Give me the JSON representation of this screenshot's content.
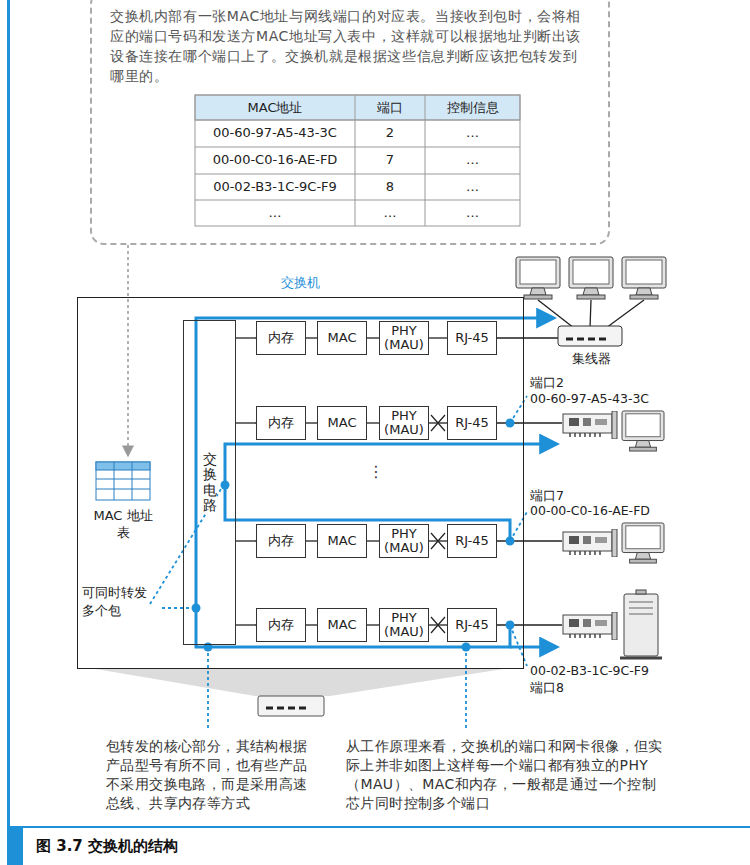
{
  "diagram": {
    "caption": "图 3.7 交换机的结构",
    "nodes": [
      {
        "text": [
          "交换机内部有一张MAC地址与网线端口的对应表。当接收到包时，会将相应的端口号码和发送方MAC地址写入表中，这样就可以根据地址判断出该设备连接在哪个端口上了。交换机就是根据这些信息判断应该把包转发到哪里的。"
        ]
      },
      {
        "text": [
          "交换机"
        ]
      },
      {
        "text": [
          "交换电路"
        ],
        "in": 1
      },
      {
        "text": [
          "内存"
        ],
        "in": 1
      },
      {
        "text": [
          "MAC"
        ],
        "in": 1
      },
      {
        "text": [
          "PHY (MAU)"
        ],
        "in": 1
      },
      {
        "text": [
          "RJ-45"
        ],
        "in": 1
      },
      {
        "text": [
          "内存"
        ],
        "in": 1
      },
      {
        "text": [
          "MAC"
        ],
        "in": 1
      },
      {
        "text": [
          "PHY (MAU)"
        ],
        "in": 1
      },
      {
        "text": [
          "RJ-45"
        ],
        "in": 1
      },
      {
        "text": [
          "内存"
        ],
        "in": 1
      },
      {
        "text": [
          "MAC"
        ],
        "in": 1
      },
      {
        "text": [
          "PHY (MAU)"
        ],
        "in": 1
      },
      {
        "text": [
          "RJ-45"
        ],
        "in": 1
      },
      {
        "text": [
          "内存"
        ],
        "in": 1
      },
      {
        "text": [
          "MAC"
        ],
        "in": 1
      },
      {
        "text": [
          "PHY (MAU)"
        ],
        "in": 1
      },
      {
        "text": [
          "RJ-45"
        ],
        "in": 1
      }
    ],
    "edges": [
      {
        "from": 2,
        "to": 3,
        "arrow": "none"
      },
      {
        "from": 3,
        "to": 4,
        "arrow": "none"
      },
      {
        "from": 4,
        "to": 5,
        "arrow": "none"
      },
      {
        "from": 5,
        "to": 6,
        "arrow": "none"
      },
      {
        "from": 2,
        "to": 7,
        "arrow": "none"
      },
      {
        "from": 7,
        "to": 8,
        "arrow": "none"
      },
      {
        "from": 8,
        "to": 9,
        "arrow": "none"
      },
      {
        "from": 9,
        "to": 10,
        "arrow": "none"
      },
      {
        "from": 2,
        "to": 11,
        "arrow": "none"
      },
      {
        "from": 11,
        "to": 12,
        "arrow": "none"
      },
      {
        "from": 12,
        "to": 13,
        "arrow": "none"
      },
      {
        "from": 13,
        "to": 14,
        "arrow": "none"
      },
      {
        "from": 2,
        "to": 15,
        "arrow": "none"
      },
      {
        "from": 15,
        "to": 16,
        "arrow": "none"
      },
      {
        "from": 16,
        "to": 17,
        "arrow": "none"
      },
      {
        "from": 17,
        "to": 18,
        "arrow": "none"
      }
    ],
    "labels": [
      "MAC地址",
      "端口",
      "控制信息",
      "00-60-97-A5-43-3C",
      "2",
      "…",
      "00-00-C0-16-AE-FD",
      "7",
      "…",
      "00-02-B3-1C-9C-F9",
      "8",
      "…",
      "…",
      "…",
      "…",
      "MAC 地址表",
      "⋮",
      "可同时转发 多个包",
      "集线器",
      "端口2",
      "00-60-97-A5-43-3C",
      "端口7",
      "00-00-C0-16-AE-FD",
      "00-02-B3-1C-9C-F9",
      "端口8",
      "包转发的核心部分，其结构根据产品型号有所不同，也有些产品不采用交换电路，而是采用高速总线、共享内存等方式",
      "从工作原理来看，交换机的端口和网卡很像，但实际上并非如图上这样每一个端口都有独立的PHY（MAU）、MAC和内存，一般都是通过一个控制芯片同时控制多个端口"
    ]
  }
}
